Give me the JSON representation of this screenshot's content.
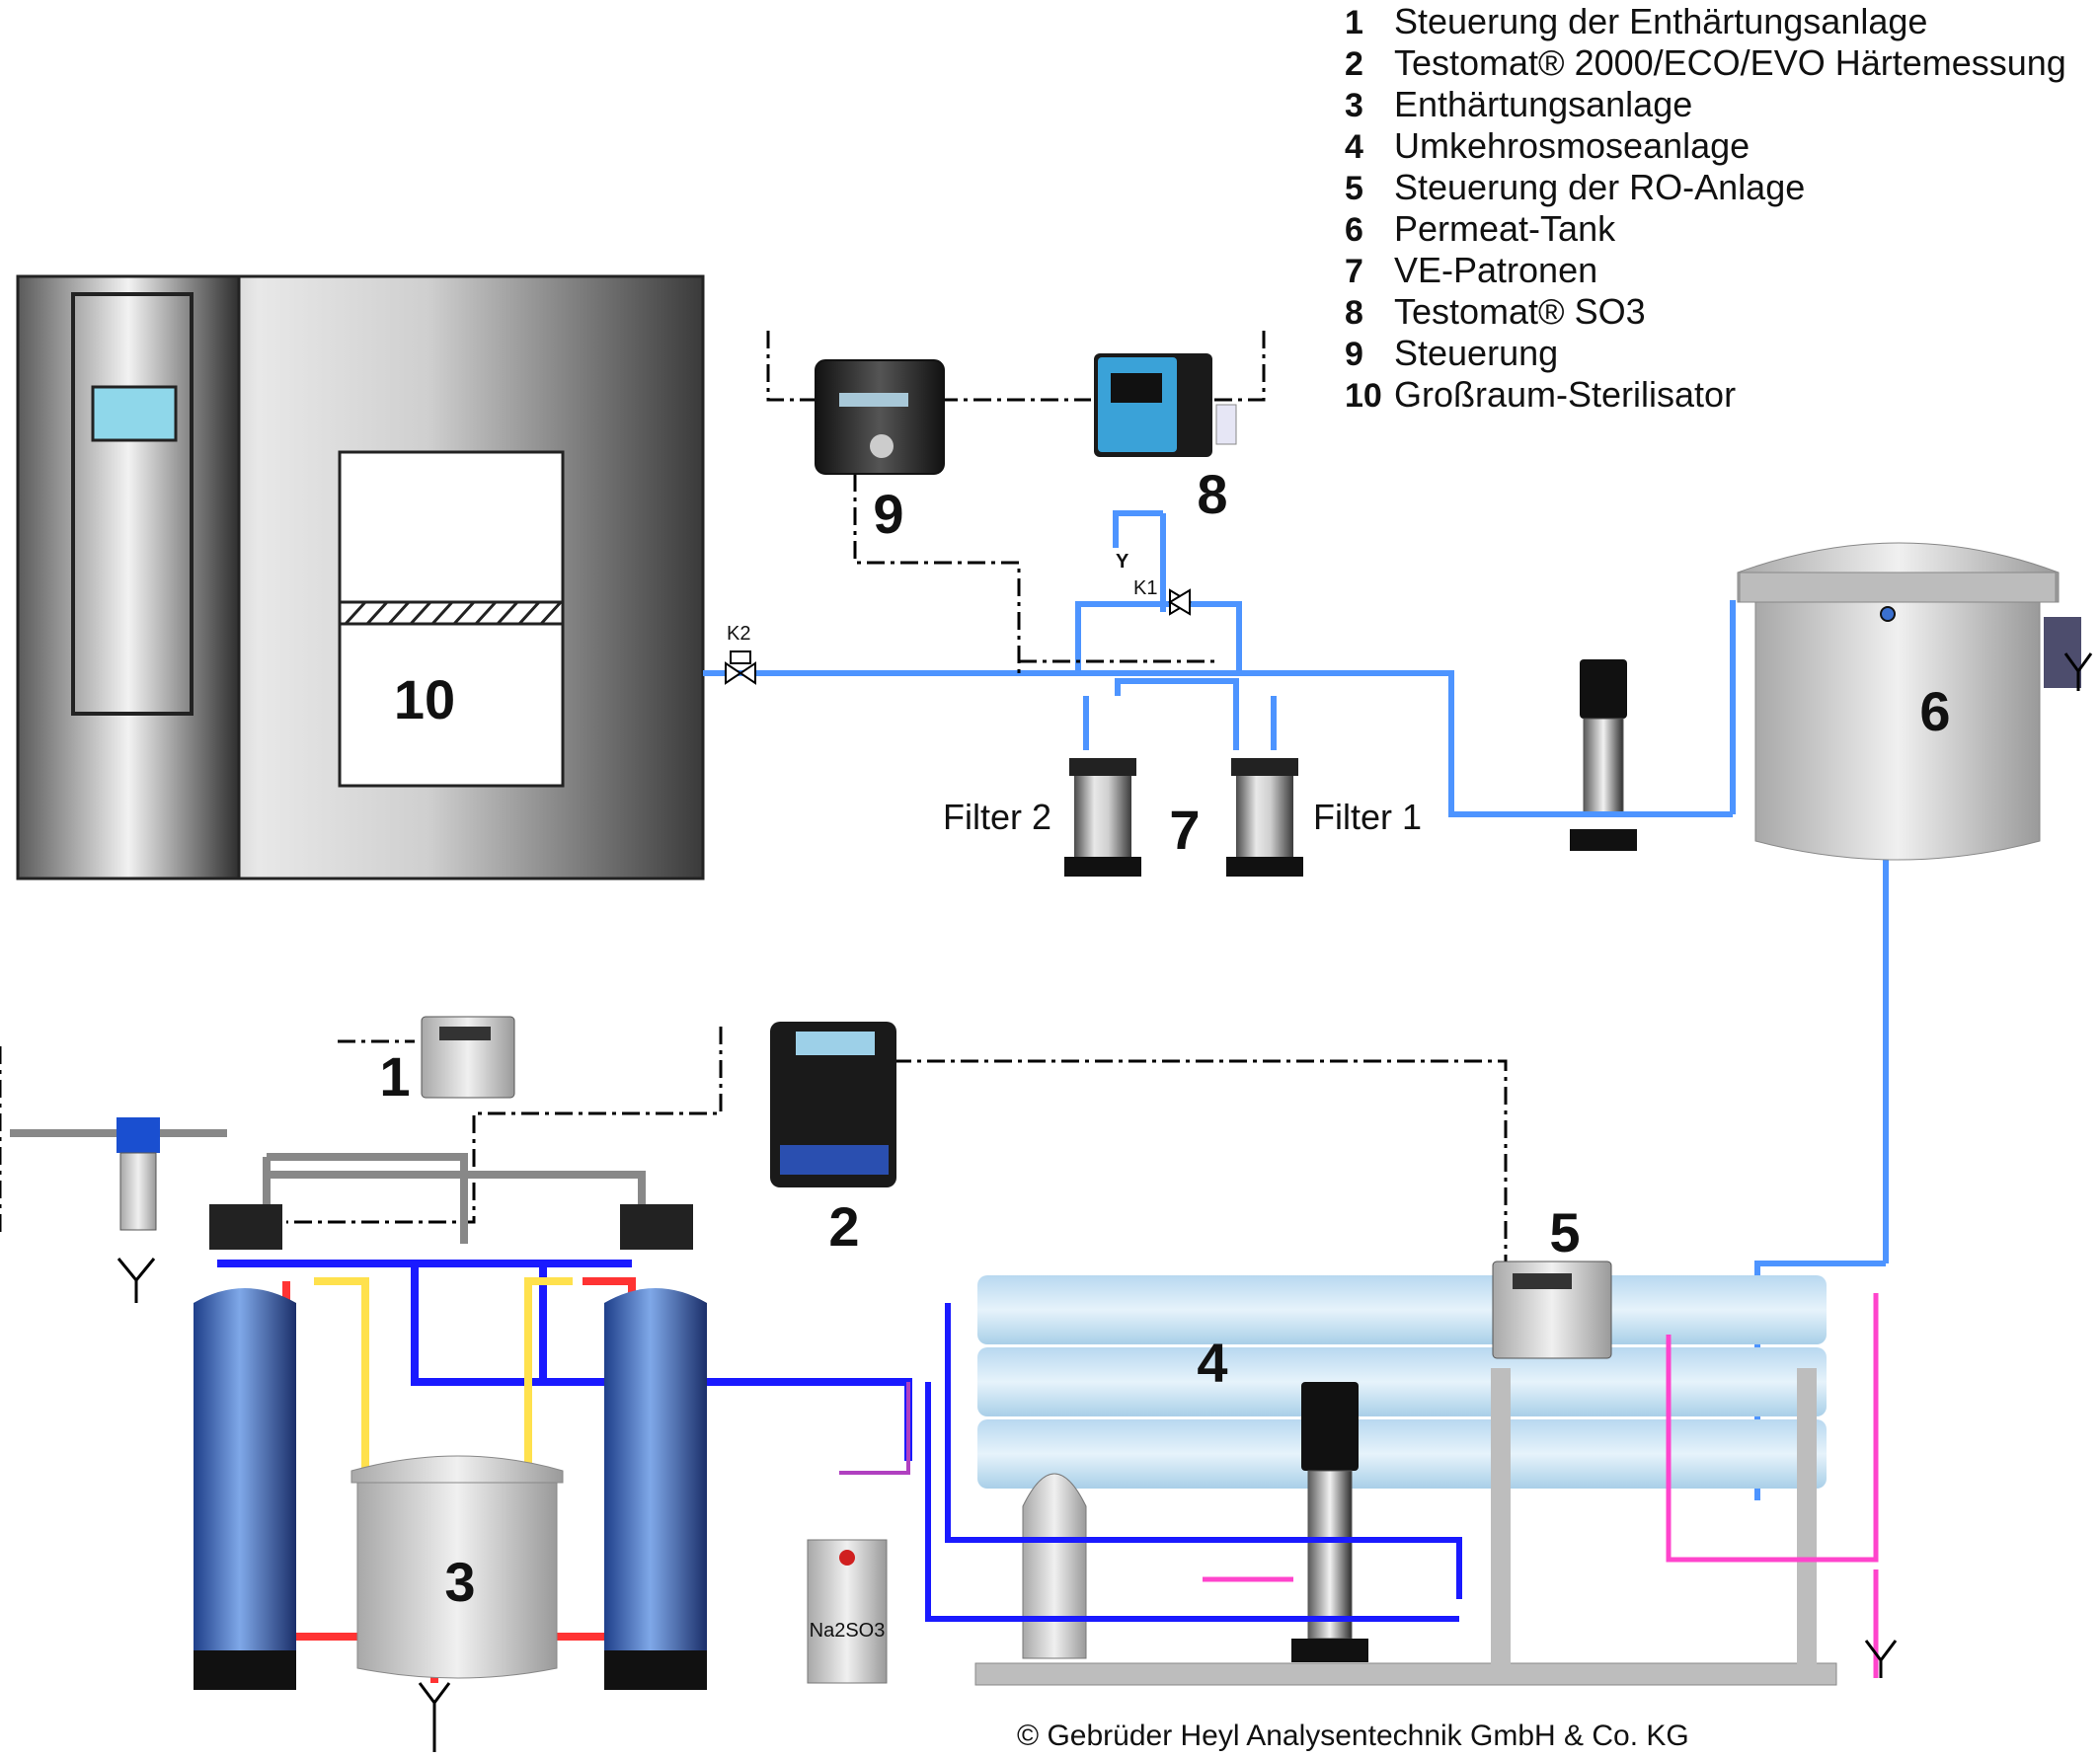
{
  "legend": [
    {
      "num": "1",
      "text": "Steuerung der Enthärtungsanlage"
    },
    {
      "num": "2",
      "text": "Testomat® 2000/ECO/EVO Härtemessung"
    },
    {
      "num": "3",
      "text": "Enthärtungsanlage"
    },
    {
      "num": "4",
      "text": "Umkehrosmoseanlage"
    },
    {
      "num": "5",
      "text": "Steuerung der RO-Anlage"
    },
    {
      "num": "6",
      "text": "Permeat-Tank"
    },
    {
      "num": "7",
      "text": "VE-Patronen"
    },
    {
      "num": "8",
      "text": "Testomat® SO3"
    },
    {
      "num": "9",
      "text": "Steuerung"
    },
    {
      "num": "10",
      "text": "Großraum-Sterilisator"
    }
  ],
  "components": {
    "c1": "1",
    "c2": "2",
    "c3": "3",
    "c4": "4",
    "c5": "5",
    "c6": "6",
    "c7": "7",
    "c8": "8",
    "c9": "9",
    "c10": "10"
  },
  "labels": {
    "filter1": "Filter 1",
    "filter2": "Filter 2",
    "k1": "K1",
    "k2": "K2",
    "drain": "Y",
    "chemical_tank": "Na2SO3"
  },
  "copyright": "© Gebrüder Heyl Analysentechnik GmbH & Co. KG",
  "colors": {
    "raw_water": "#1a1aff",
    "permeate": "#4d94ff",
    "brine": "#ff3333",
    "regen": "#ffe14d",
    "concentrate": "#ff44cc",
    "signal": "#000000"
  }
}
